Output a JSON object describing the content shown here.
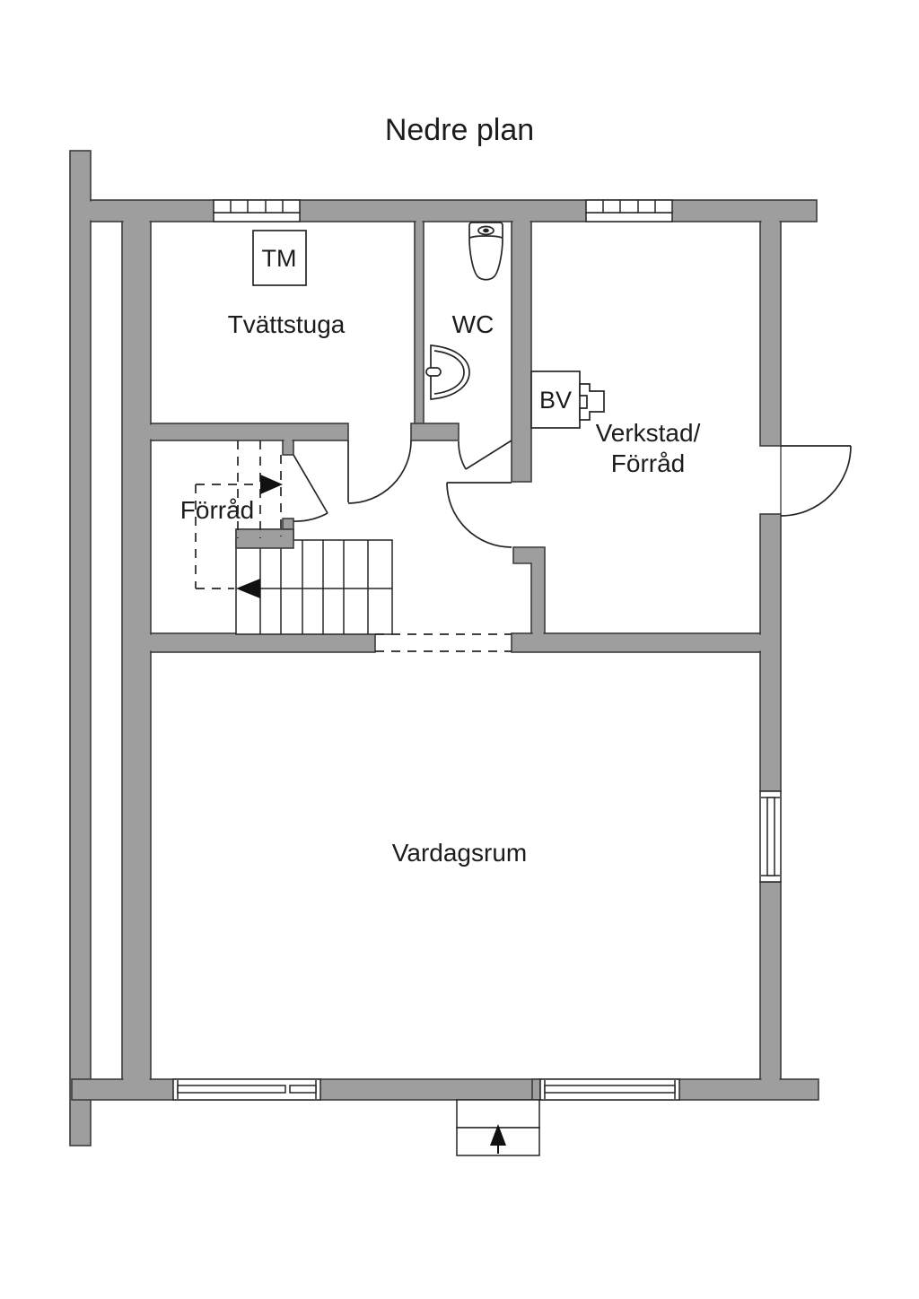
{
  "title": "Nedre plan",
  "rooms": {
    "laundry": {
      "label": "Tvättstuga"
    },
    "wc": {
      "label": "WC"
    },
    "workshop": {
      "label_line1": "Verkstad/",
      "label_line2": "Förråd"
    },
    "storage": {
      "label": "Förråd"
    },
    "living": {
      "label": "Vardagsrum"
    }
  },
  "appliances": {
    "washing_machine": "TM",
    "boiler": "BV"
  },
  "colors": {
    "background": "#ffffff",
    "wall_fill": "#9e9e9e",
    "wall_outline": "#3c3c3c",
    "line": "#252525",
    "text": "#1c1c1c"
  },
  "legend": {
    "stair_direction_up_arrow": "right",
    "stair_direction_down_arrow": "left",
    "entrance_arrow": "up"
  }
}
